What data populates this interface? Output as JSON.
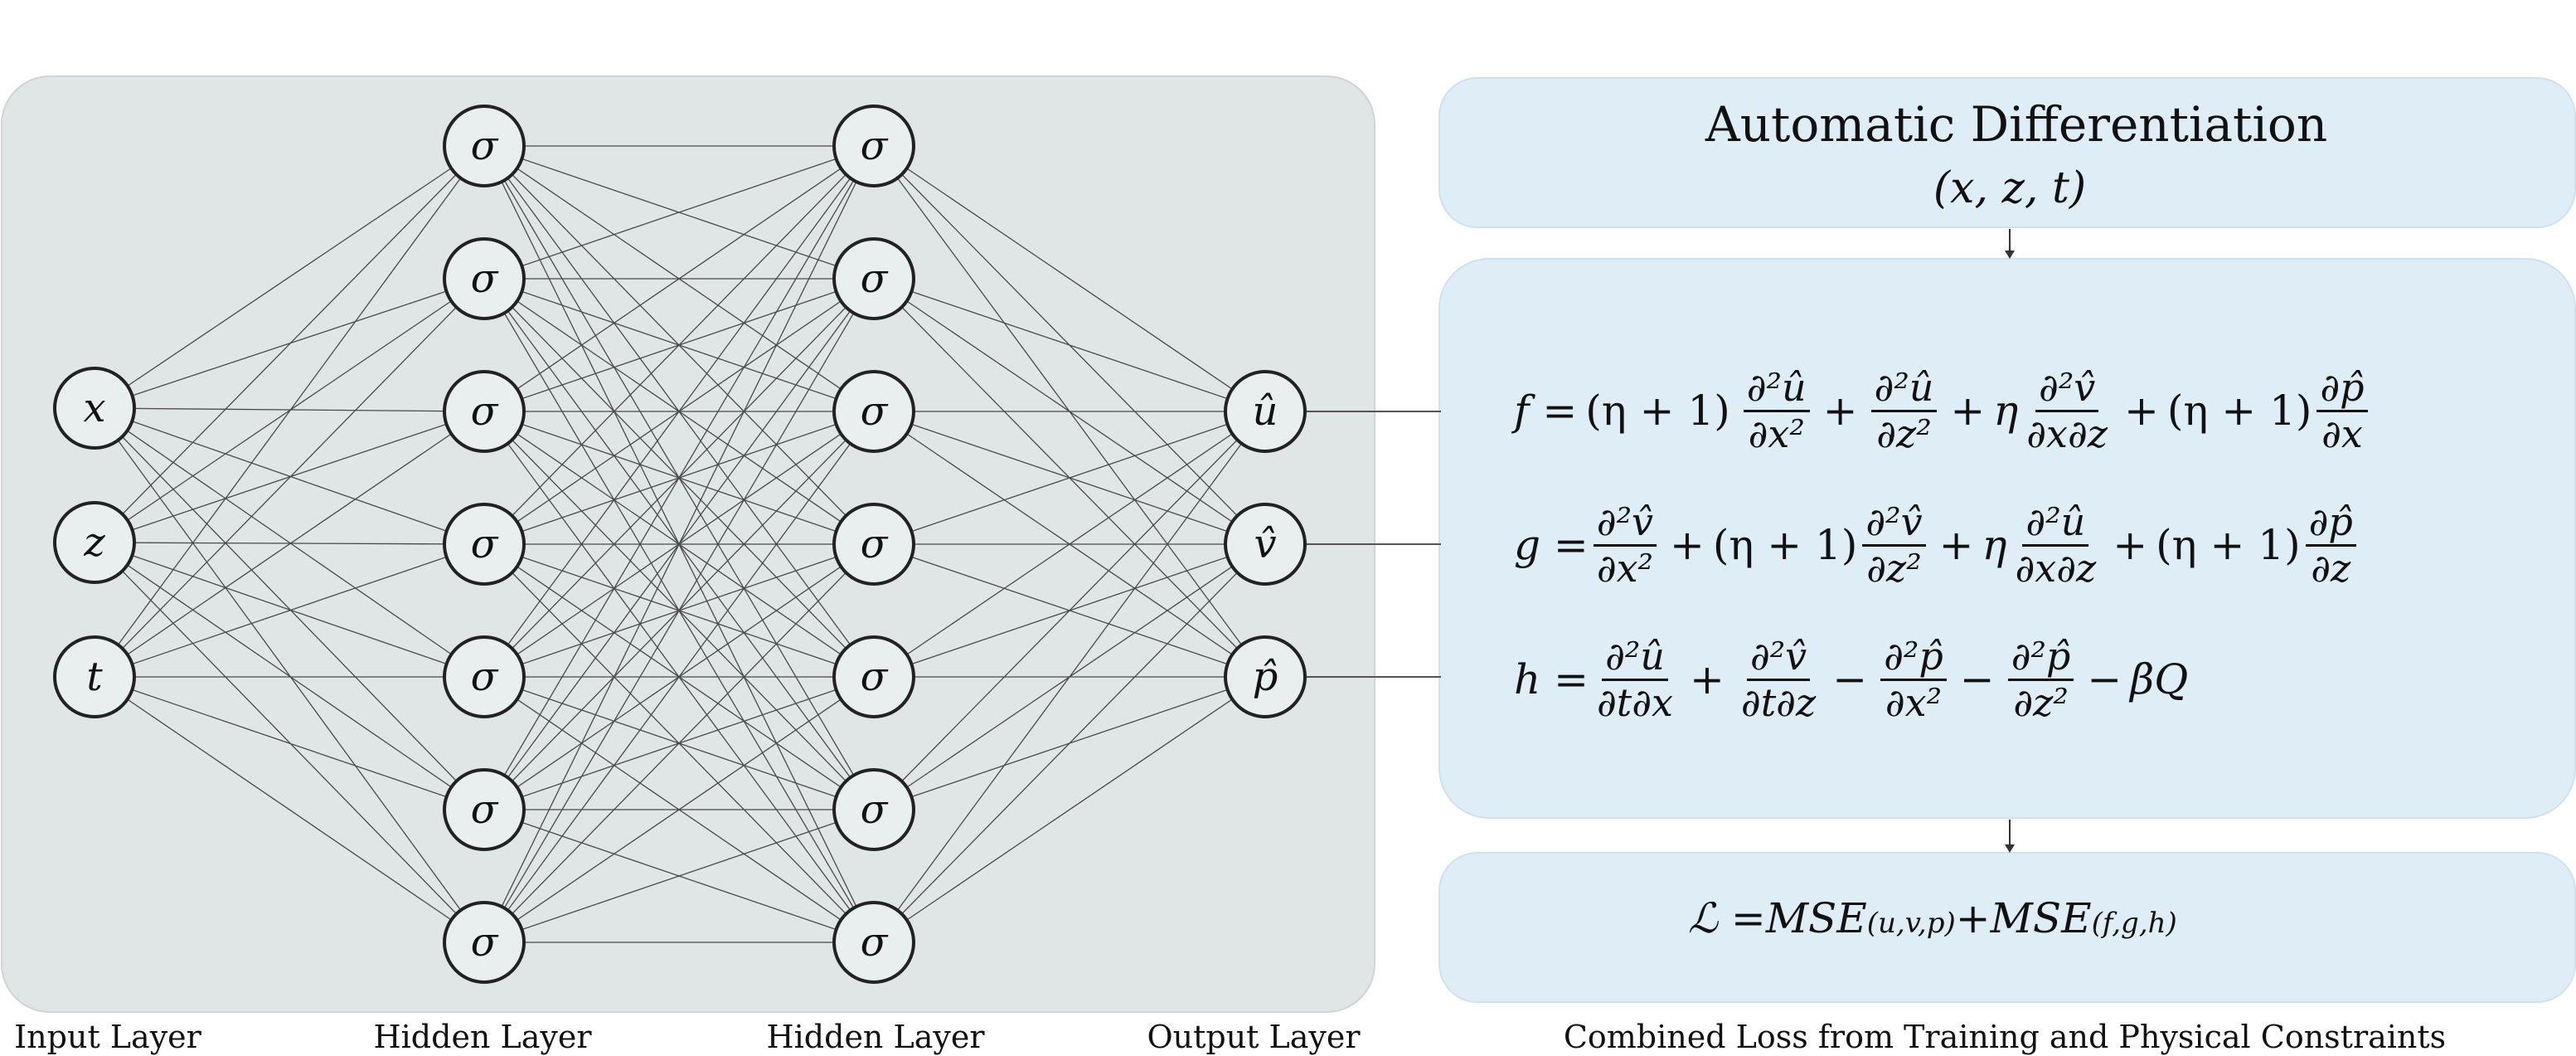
{
  "network": {
    "input_nodes": [
      "x",
      "z",
      "t"
    ],
    "hidden_layer_1": [
      "σ",
      "σ",
      "σ",
      "σ",
      "σ",
      "σ",
      "σ"
    ],
    "hidden_layer_2": [
      "σ",
      "σ",
      "σ",
      "σ",
      "σ",
      "σ",
      "σ"
    ],
    "output_nodes": [
      "û",
      "v̂",
      "p̂"
    ],
    "layer_labels": [
      "Input Layer",
      "Hidden Layer",
      "Hidden Layer",
      "Output Layer"
    ]
  },
  "auto_diff": {
    "title": "Automatic Differentiation",
    "subtitle": "(x, z, t)"
  },
  "equations": {
    "f": {
      "lhs": "f =",
      "coef1": "(η + 1)",
      "t1_num": "∂²û",
      "t1_den": "∂x²",
      "plus1": "+",
      "t2_num": "∂²û",
      "t2_den": "∂z²",
      "plus2": "+",
      "coef3": "η",
      "t3_num": "∂²v̂",
      "t3_den": "∂x∂z",
      "plus3": "+",
      "coef4": "(η + 1)",
      "t4_num": "∂p̂",
      "t4_den": "∂x"
    },
    "g": {
      "lhs": "g =",
      "t1_num": "∂²v̂",
      "t1_den": "∂x²",
      "plus1": "+",
      "coef2": "(η + 1)",
      "t2_num": "∂²v̂",
      "t2_den": "∂z²",
      "plus2": "+",
      "coef3": "η",
      "t3_num": "∂²û",
      "t3_den": "∂x∂z",
      "plus3": "+",
      "coef4": "(η + 1)",
      "t4_num": "∂p̂",
      "t4_den": "∂z"
    },
    "h": {
      "lhs": "h =",
      "t1_num": "∂²û",
      "t1_den": "∂t∂x",
      "plus1": "+",
      "t2_num": "∂²v̂",
      "t2_den": "∂t∂z",
      "minus1": "−",
      "t3_num": "∂²p̂",
      "t3_den": "∂x²",
      "minus2": "−",
      "t4_num": "∂²p̂",
      "t4_den": "∂z²",
      "minus3": "−",
      "tail": "βQ"
    }
  },
  "loss": {
    "lhs": "ℒ = ",
    "mse1": "MSE",
    "sub1": "(u,v,p)",
    "plus": " + ",
    "mse2": "MSE",
    "sub2": "(f,g,h)",
    "caption": "Combined Loss from Training and Physical Constraints"
  }
}
